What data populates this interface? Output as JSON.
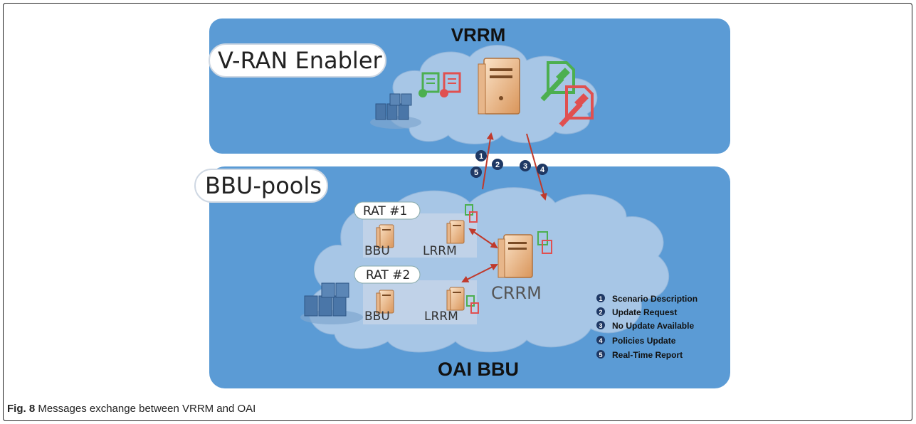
{
  "top_panel": {
    "title": "VRRM",
    "label": "V-RAN Enabler"
  },
  "bottom_panel": {
    "title": "OAI BBU",
    "label": "BBU-pools"
  },
  "rats": [
    {
      "label": "RAT #1",
      "bbu": "BBU",
      "lrrm": "LRRM"
    },
    {
      "label": "RAT #2",
      "bbu": "BBU",
      "lrrm": "LRRM"
    }
  ],
  "crrm": "CRRM",
  "badges": [
    "1",
    "2",
    "3",
    "4",
    "5"
  ],
  "legend": [
    {
      "num": "1",
      "text": "Scenario Description"
    },
    {
      "num": "2",
      "text": "Update Request"
    },
    {
      "num": "3",
      "text": "No Update Available"
    },
    {
      "num": "4",
      "text": "Policies Update"
    },
    {
      "num": "5",
      "text": "Real-Time Report"
    }
  ],
  "caption": {
    "fig": "Fig. 8",
    "text": "Messages exchange between VRRM and OAI"
  },
  "colors": {
    "panel": "#5b9bd5",
    "cloud": "#a7c6e6",
    "arrow": "#c0392b",
    "badge": "#1f3864",
    "green": "#4caf50",
    "red": "#e05050"
  }
}
